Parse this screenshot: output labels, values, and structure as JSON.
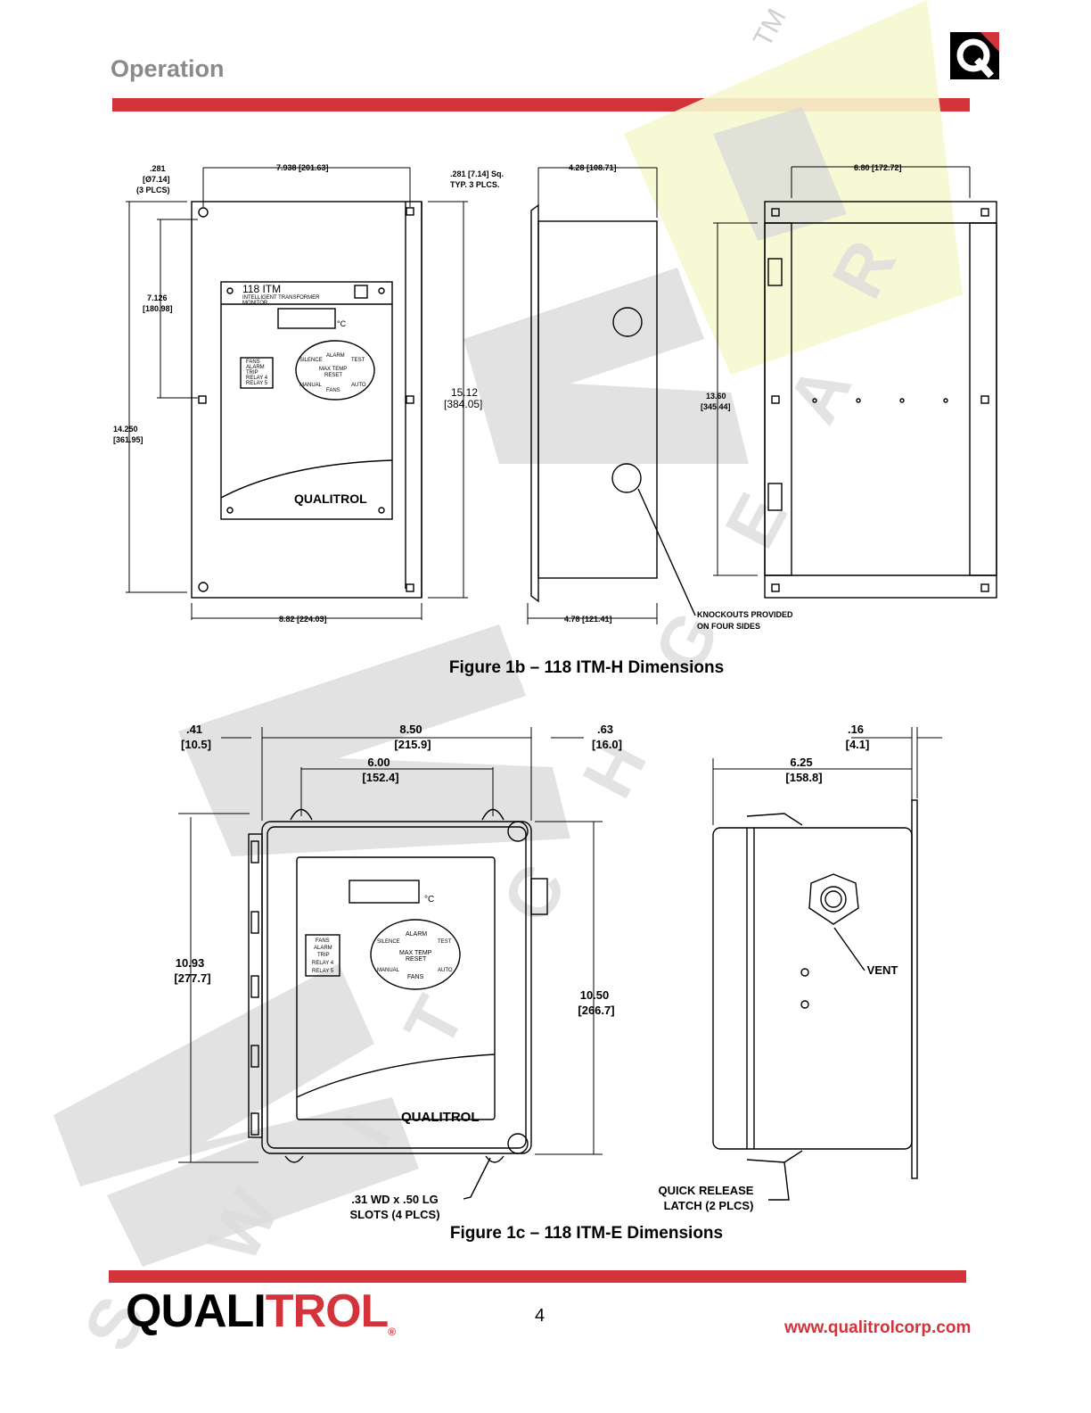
{
  "header": {
    "section_title": "Operation"
  },
  "brand_colors": {
    "accent_red": "#d3333a",
    "title_gray": "#8a8a8a",
    "watermark": "#cfcfcf",
    "watermark_yellow": "#f5f7c8"
  },
  "watermark": {
    "text": "SWITCHGEAR",
    "tm": "TM"
  },
  "fig1b": {
    "caption": "Figure 1b – 118 ITM-H Dimensions",
    "dims": {
      "hole": ".281",
      "hole_mm": "[Ø7.14]",
      "hole_qty": "(3 PLCS)",
      "top_width": "7.938 [201.63]",
      "sq_hole": ".281 [7.14] Sq.",
      "sq_qty": "TYP. 3 PLCS.",
      "v_spacing": "7.126",
      "v_spacing_mm": "[180.98]",
      "overall_h": "14.250",
      "overall_h_mm": "[361.95]",
      "total_h": "15.12",
      "total_h_mm": "[384.05]",
      "bottom_width": "8.82 [224.03]",
      "side_depth": "4.28 [108.71]",
      "side_depth_total": "4.78 [121.41]",
      "knockouts_1": "KNOCKOUTS PROVIDED",
      "knockouts_2": "ON FOUR SIDES",
      "back_width": "6.80 [172.72]",
      "back_h": "13.60",
      "back_h_mm": "[345.44]"
    },
    "panel": {
      "model": "118 ITM",
      "model_sub_1": "INTELLIGENT TRANSFORMER",
      "model_sub_2": "MONITOR",
      "unit": "°C",
      "leds": [
        "FANS",
        "ALARM",
        "TRIP",
        "RELAY 4",
        "RELAY 5"
      ],
      "keys": {
        "alarm": "ALARM",
        "silence": "SILENCE",
        "test": "TEST",
        "max_temp": "MAX TEMP",
        "reset": "RESET",
        "manual": "MANUAL",
        "auto": "AUTO",
        "fans": "FANS"
      },
      "brand": "QUALITROL"
    }
  },
  "fig1c": {
    "caption": "Figure 1c – 118 ITM-E Dimensions",
    "dims": {
      "left_offset": ".41",
      "left_offset_mm": "[10.5]",
      "width": "8.50",
      "width_mm": "[215.9]",
      "right_offset": ".63",
      "right_offset_mm": "[16.0]",
      "slot_spacing": "6.00",
      "slot_spacing_mm": "[152.4]",
      "height": "10.93",
      "height_mm": "[277.7]",
      "inner_height": "10.50",
      "inner_height_mm": "[266.7]",
      "flange": ".16",
      "flange_mm": "[4.1]",
      "depth": "6.25",
      "depth_mm": "[158.8]",
      "vent": "VENT",
      "slots_1": ".31 WD x .50 LG",
      "slots_2": "SLOTS (4 PLCS)",
      "latch_1": "QUICK RELEASE",
      "latch_2": "LATCH (2 PLCS)"
    },
    "panel": {
      "unit": "°C",
      "leds": [
        "FANS",
        "ALARM",
        "TRIP",
        "RELAY 4",
        "RELAY 5"
      ],
      "keys": {
        "alarm": "ALARM",
        "silence": "SILENCE",
        "test": "TEST",
        "max_temp": "MAX TEMP",
        "reset": "RESET",
        "manual": "MANUAL",
        "auto": "AUTO",
        "fans": "FANS"
      },
      "brand": "QUALITROL"
    }
  },
  "footer": {
    "brand_a": "QUALI",
    "brand_b": "TROL",
    "reg": "®",
    "page": "4",
    "url": "www.qualitrolcorp.com"
  }
}
